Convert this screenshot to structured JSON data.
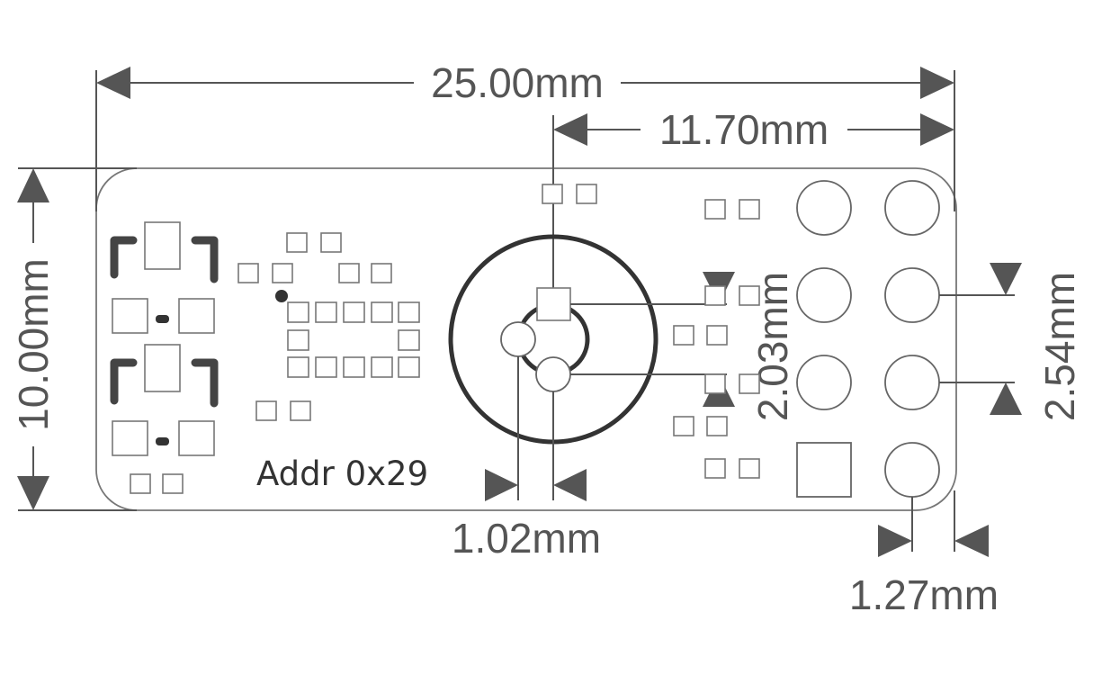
{
  "dimensions": {
    "overall_width": "25.00mm",
    "lens_offset": "11.70mm",
    "board_height": "10.00mm",
    "vertical_offset": "2.03mm",
    "pin_pitch": "2.54mm",
    "horizontal_offset": "1.02mm",
    "edge_offset": "1.27mm"
  },
  "board": {
    "address_label": "Addr 0x29"
  },
  "colors": {
    "dimension": "#555555",
    "outline": "#777777",
    "ring": "#333333"
  }
}
